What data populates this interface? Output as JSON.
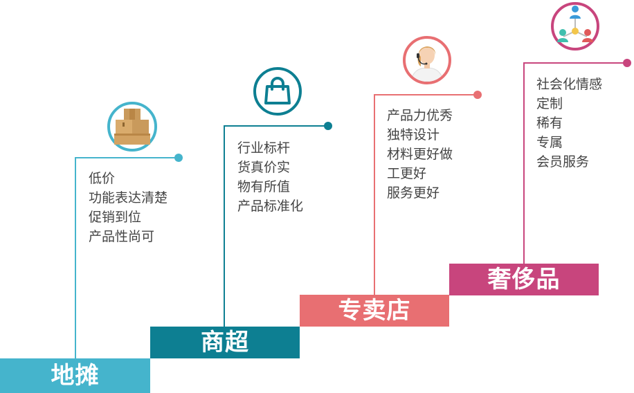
{
  "colors": {
    "stall": "#45b4cc",
    "supermarket": "#0d7f92",
    "specialty": "#e86f72",
    "luxury": "#c8457d"
  },
  "stages": [
    {
      "label": "地摊",
      "icon": "cardboard-box-icon",
      "features": [
        "低价",
        "功能表达清楚",
        "促销到位",
        "产品性尚可"
      ]
    },
    {
      "label": "商超",
      "icon": "shopping-bag-icon",
      "features": [
        "行业标杆",
        "货真价实",
        "物有所值",
        "产品标准化"
      ]
    },
    {
      "label": "专卖店",
      "icon": "service-agent-icon",
      "features": [
        "产品力优秀",
        "独特设计",
        "材料更好做",
        "工更好",
        "服务更好"
      ]
    },
    {
      "label": "奢侈品",
      "icon": "social-network-icon",
      "features": [
        "社会化情感",
        "定制",
        "稀有",
        "专属",
        "会员服务"
      ]
    }
  ]
}
